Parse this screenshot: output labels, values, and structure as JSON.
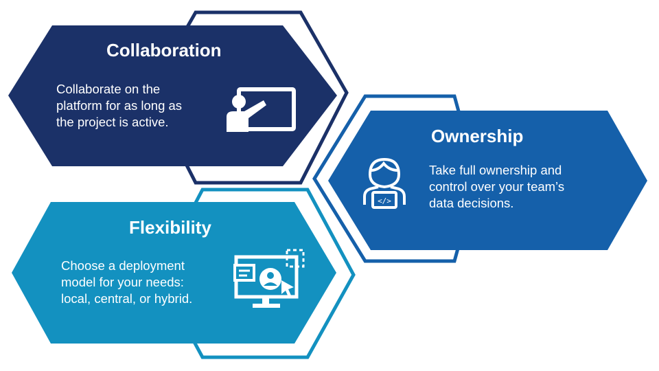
{
  "cards": [
    {
      "id": "collaboration",
      "title": "Collaboration",
      "lines": [
        "Collaborate on the",
        "platform for as long as",
        "the project is active."
      ],
      "icon": "presentation-board-icon",
      "color": "#1b3168"
    },
    {
      "id": "ownership",
      "title": "Ownership",
      "lines": [
        "Take full ownership and",
        "control over your team’s",
        "data decisions."
      ],
      "icon": "developer-laptop-icon",
      "color": "#1560aa"
    },
    {
      "id": "flexibility",
      "title": "Flexibility",
      "lines": [
        "Choose a deployment",
        "model for your needs:",
        "local, central, or hybrid."
      ],
      "icon": "monitor-profile-icon",
      "color": "#1391c0"
    }
  ],
  "colors": {
    "navy": "#1b3168",
    "blue": "#1560aa",
    "teal": "#1391c0",
    "white": "#ffffff"
  }
}
